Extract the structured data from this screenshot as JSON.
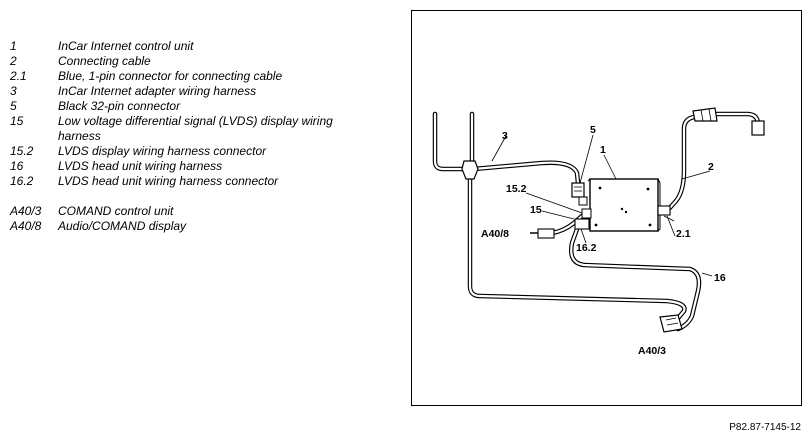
{
  "legend": {
    "items": [
      {
        "key": "1",
        "text": "InCar Internet control unit"
      },
      {
        "key": "2",
        "text": "Connecting cable"
      },
      {
        "key": "2.1",
        "text": "Blue, 1-pin connector for connecting cable"
      },
      {
        "key": "3",
        "text": "InCar Internet adapter wiring harness"
      },
      {
        "key": "5",
        "text": "Black 32-pin connector"
      },
      {
        "key": "15",
        "text": "Low voltage differential signal (LVDS) display wiring harness"
      },
      {
        "key": "15.2",
        "text": "LVDS display wiring harness connector"
      },
      {
        "key": "16",
        "text": "LVDS head unit wiring harness"
      },
      {
        "key": "16.2",
        "text": "LVDS head unit wiring harness connector"
      }
    ],
    "components": [
      {
        "key": "A40/3",
        "text": "COMAND control unit"
      },
      {
        "key": "A40/8",
        "text": "Audio/COMAND display"
      }
    ]
  },
  "diagram": {
    "callouts": {
      "c1": "1",
      "c2": "2",
      "c2_1": "2.1",
      "c3": "3",
      "c5": "5",
      "c15": "15",
      "c15_2": "15.2",
      "c16": "16",
      "c16_2": "16.2",
      "a40_3": "A40/3",
      "a40_8": "A40/8"
    }
  },
  "figure_id": "P82.87-7145-12"
}
